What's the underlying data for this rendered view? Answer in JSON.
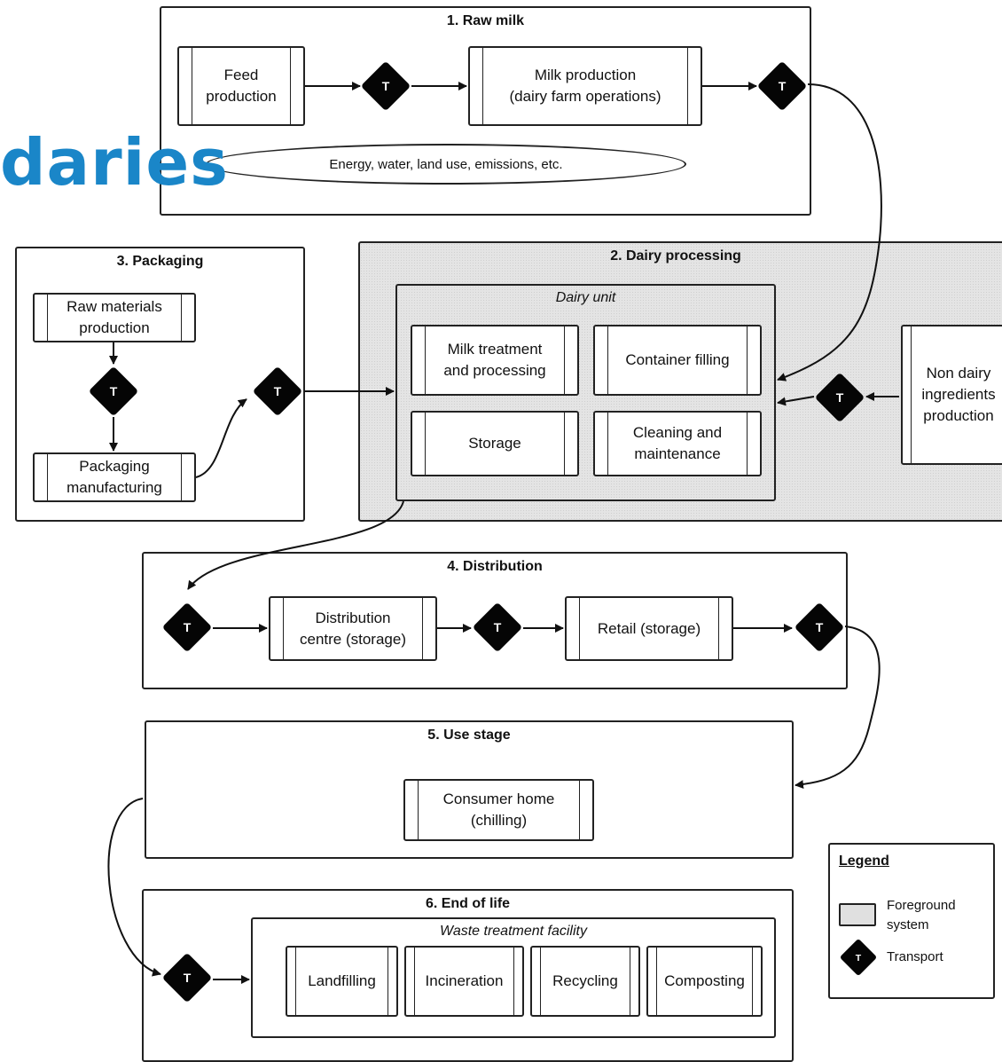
{
  "overlay_heading": "daries",
  "stages": {
    "raw_milk": {
      "title": "1. Raw milk",
      "feed": "Feed\nproduction",
      "milk": "Milk production\n(dairy farm operations)",
      "inputs": "Energy, water, land use, emissions, etc."
    },
    "dairy_processing": {
      "title": "2. Dairy processing",
      "unit": "Dairy unit",
      "milk_treatment": "Milk treatment\nand processing",
      "container": "Container filling",
      "storage": "Storage",
      "cleaning": "Cleaning and\nmaintenance",
      "non_dairy": "Non dairy\ningredients\nproduction"
    },
    "packaging": {
      "title": "3. Packaging",
      "raw_materials": "Raw materials\nproduction",
      "manufacturing": "Packaging\nmanufacturing"
    },
    "distribution": {
      "title": "4. Distribution",
      "centre": "Distribution\ncentre (storage)",
      "retail": "Retail (storage)"
    },
    "use": {
      "title": "5. Use stage",
      "home": "Consumer home\n(chilling)"
    },
    "end_of_life": {
      "title": "6. End of life",
      "facility": "Waste treatment facility",
      "landfilling": "Landfilling",
      "incineration": "Incineration",
      "recycling": "Recycling",
      "composting": "Composting"
    }
  },
  "transport_label": "T",
  "legend": {
    "title": "Legend",
    "foreground": "Foreground\nsystem",
    "transport": "Transport"
  },
  "colors": {
    "foreground_fill": "#e4e4e4",
    "heading_blue": "#1a86c8",
    "transport_fill": "#050505"
  }
}
